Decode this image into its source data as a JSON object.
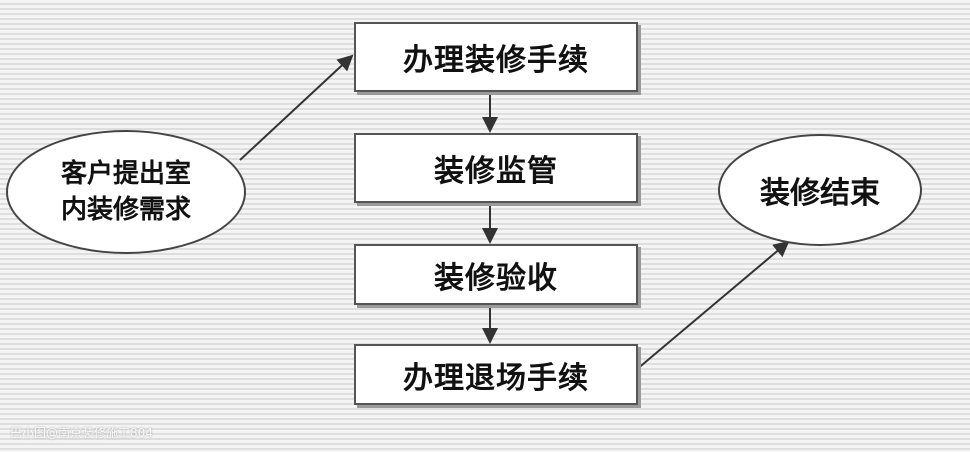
{
  "nodes": {
    "start": "客户提出室内装修需求",
    "step1": "办理装修手续",
    "step2": "装修监管",
    "step3": "装修验收",
    "step4": "办理退场手续",
    "end": "装修结束"
  },
  "watermark": "巴小图@南京装修施工804"
}
